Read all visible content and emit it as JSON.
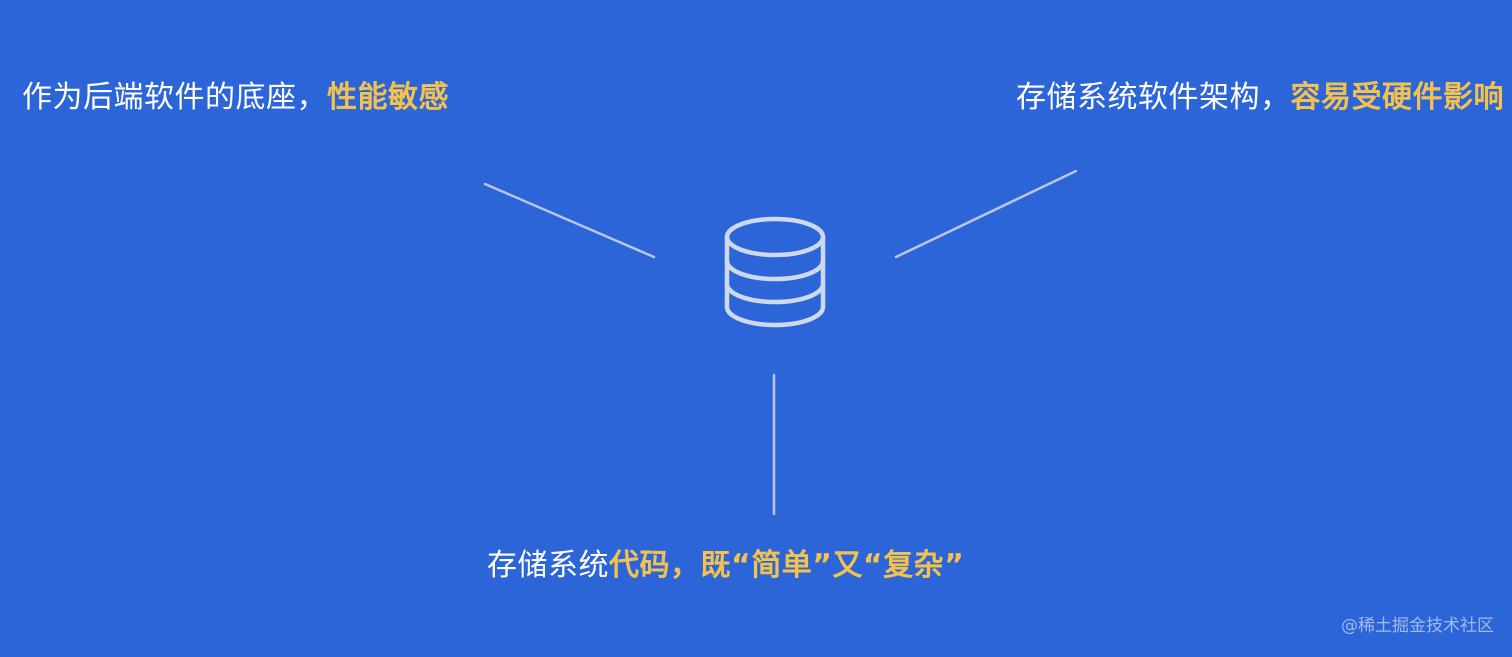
{
  "captions": {
    "left": {
      "plain": "作为后端软件的底座，",
      "highlight": "性能敏感"
    },
    "right": {
      "plain": "存储系统软件架构，",
      "highlight": "容易受硬件影响"
    },
    "bottom": {
      "plain": "存储系统",
      "highlight": "代码，既“简单”又“复杂”"
    }
  },
  "center_icon": "database-icon",
  "watermark": "@稀土掘金技术社区",
  "colors": {
    "background": "#2c65d7",
    "text": "#ffffff",
    "highlight": "#f2c14e",
    "line": "#b9c6dc"
  }
}
